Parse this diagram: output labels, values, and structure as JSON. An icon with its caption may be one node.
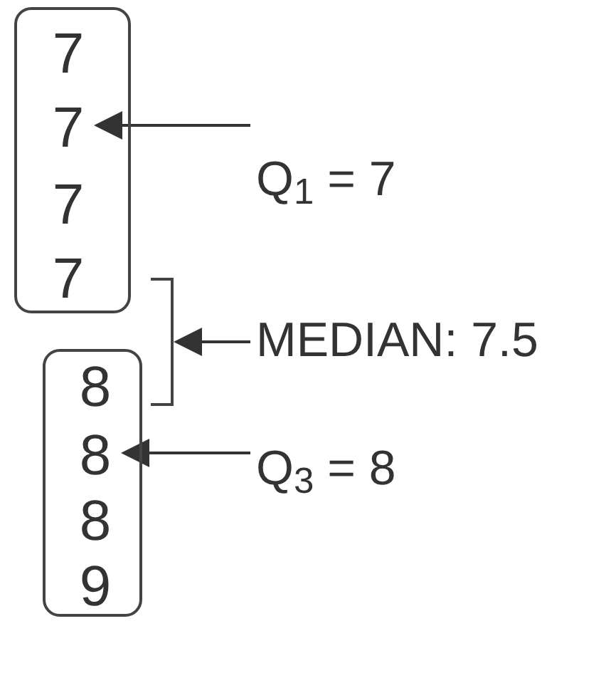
{
  "diagram": {
    "nodes": [
      {
        "text": [],
        "shape": "box"
      },
      {
        "text": [
          "7"
        ],
        "in": 0
      },
      {
        "text": [
          "7"
        ],
        "in": 0
      },
      {
        "text": [
          "7"
        ],
        "in": 0
      },
      {
        "text": [
          "7"
        ],
        "in": 0
      },
      {
        "text": [],
        "shape": "box"
      },
      {
        "text": [
          "8"
        ],
        "in": 5
      },
      {
        "text": [
          "8"
        ],
        "in": 5
      },
      {
        "text": [
          "8"
        ],
        "in": 5
      },
      {
        "text": [
          "9"
        ],
        "in": 5
      },
      {
        "text": [
          "Q$_{1}$ = 7"
        ]
      },
      {
        "text": [
          "MEDIAN: 7.5"
        ]
      },
      {
        "text": [
          "Q$_{3}$ = 8"
        ]
      },
      {
        "text": [],
        "shape": "bracket"
      }
    ],
    "edges": [
      {
        "from": 10,
        "to": 2,
        "arrow": "to"
      },
      {
        "from": 11,
        "to": 13,
        "arrow": "to"
      },
      {
        "from": 12,
        "to": 7,
        "arrow": "to"
      }
    ]
  }
}
